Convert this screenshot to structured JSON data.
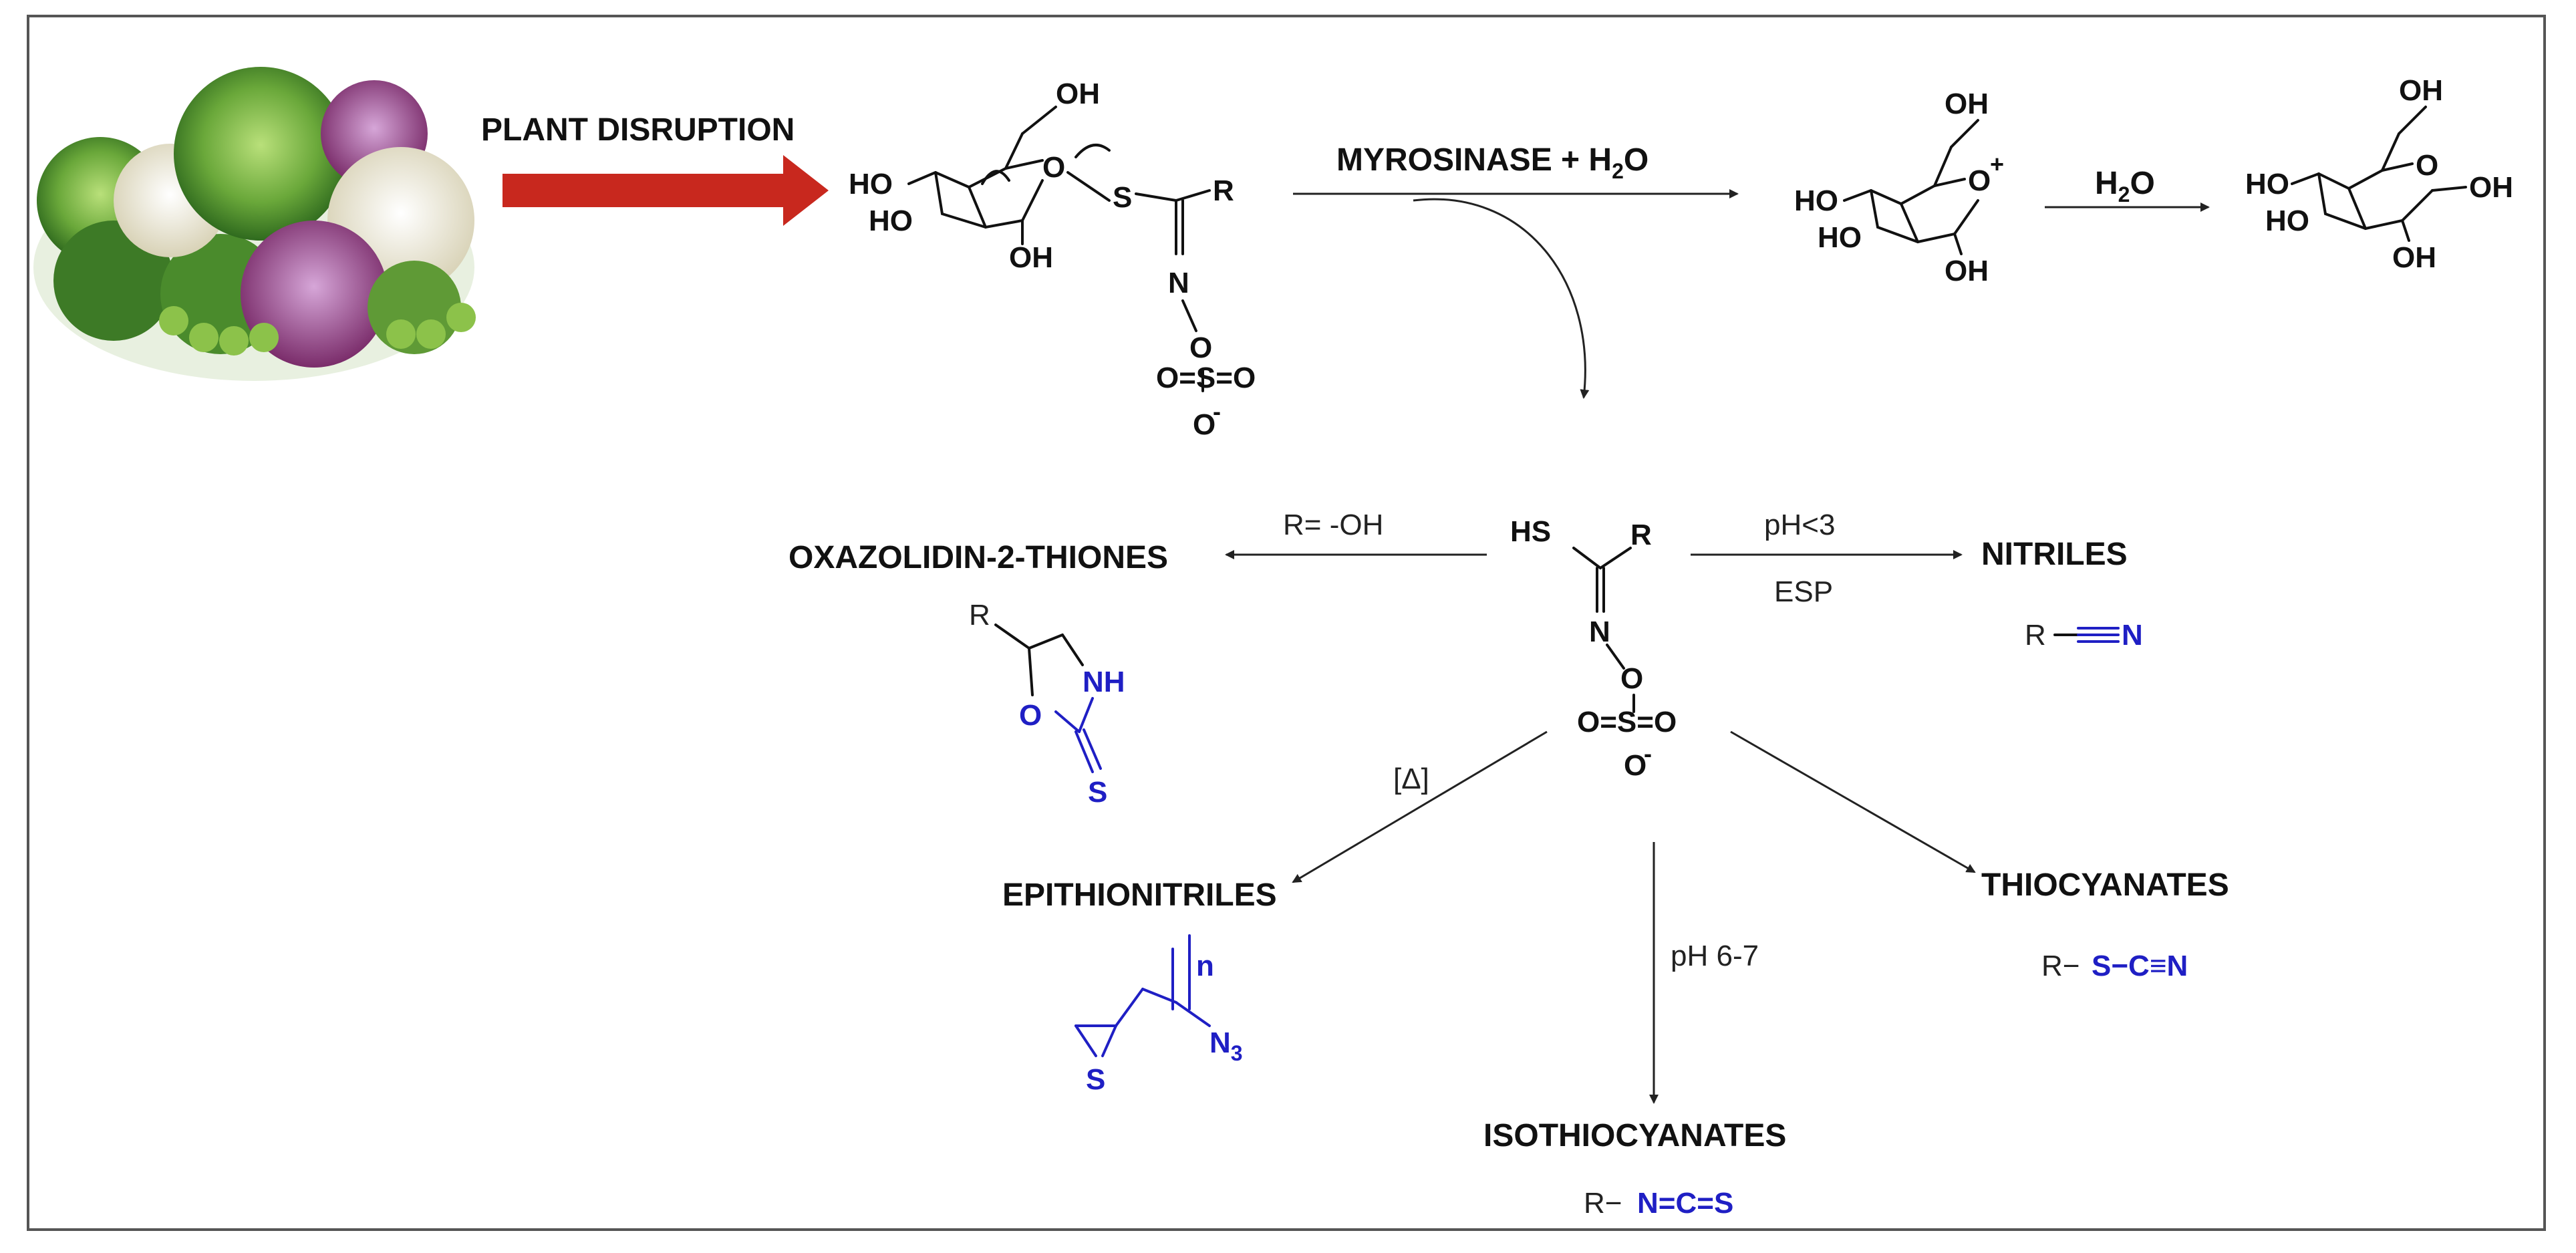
{
  "steps": {
    "plant_disruption": "PLANT DISRUPTION",
    "myrosinase": "MYROSINASE + H",
    "myrosinase_sub": "2",
    "myrosinase_tail": "O",
    "water": "H",
    "water_sub": "2",
    "water_tail": "O"
  },
  "conditions": {
    "r_oh": "R= -OH",
    "ph_lt3": "pH<3",
    "esp": "ESP",
    "delta": "[Δ]",
    "ph_6_7": "pH 6-7"
  },
  "products": {
    "oxazolidine": "OXAZOLIDIN-2-THIONES",
    "nitriles": "NITRILES",
    "epithionitriles": "EPITHIONITRILES",
    "thiocyanates": "THIOCYANATES",
    "isothiocyanates": "ISOTHIOCYANATES"
  },
  "atoms": {
    "oh": "OH",
    "ho": "HO",
    "o": "O",
    "s": "S",
    "r": "R",
    "n": "N",
    "hs": "HS",
    "nh": "NH",
    "o_plus": "+",
    "o_minus": "-",
    "sulfate": "O=S=O",
    "n3": "N",
    "n3_sub": "3",
    "n_index": "n",
    "isothiocyanate_formula": "N=C=S",
    "thiocyanate_formula": "S−C≡N",
    "r_dash": "R−"
  },
  "colors": {
    "arrow_red": "#c8281e",
    "product_blue": "#1f1fc4"
  }
}
